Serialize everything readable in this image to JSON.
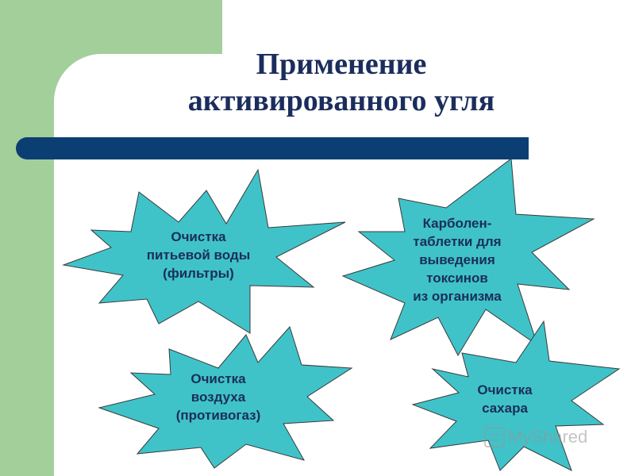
{
  "title": {
    "line1": "Применение",
    "line2": "активированного угля"
  },
  "bursts": [
    {
      "id": "water",
      "lines": [
        "Очистка",
        "питьевой воды",
        "(фильтры)"
      ]
    },
    {
      "id": "carbolen",
      "lines": [
        "Карболен-",
        "таблетки для",
        "выведения",
        "токсинов",
        "из организма"
      ]
    },
    {
      "id": "air",
      "lines": [
        "Очистка",
        "воздуха",
        "(противогаз)"
      ]
    },
    {
      "id": "sugar",
      "lines": [
        "Очистка",
        "сахара"
      ]
    }
  ],
  "colors": {
    "background": "#ffffff",
    "side_green": "#a3cf9a",
    "title_text": "#1b2d5c",
    "title_bar": "#0b3e72",
    "burst_fill": "#3fc3c9",
    "burst_stroke": "#3a3a3a"
  },
  "watermark": {
    "icon": "presentation-icon",
    "text": "MyShared"
  }
}
